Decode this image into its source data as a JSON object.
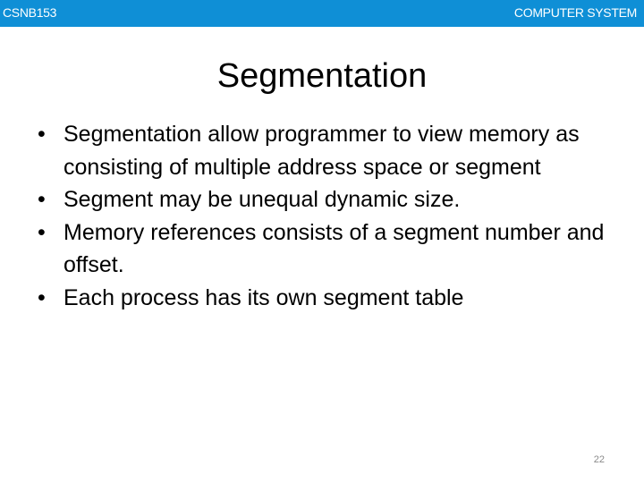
{
  "header": {
    "left_text": "CSNB153",
    "right_text": "COMPUTER SYSTEM",
    "bar_color": "#0f8fd6"
  },
  "slide": {
    "title": "Segmentation",
    "bullets": [
      "Segmentation allow programmer to view memory as consisting of multiple address space or segment",
      "Segment may be unequal dynamic size.",
      "Memory references consists of a segment number and offset.",
      "Each process has its own segment table"
    ],
    "bullet_symbol": "•",
    "page_number": "22"
  }
}
